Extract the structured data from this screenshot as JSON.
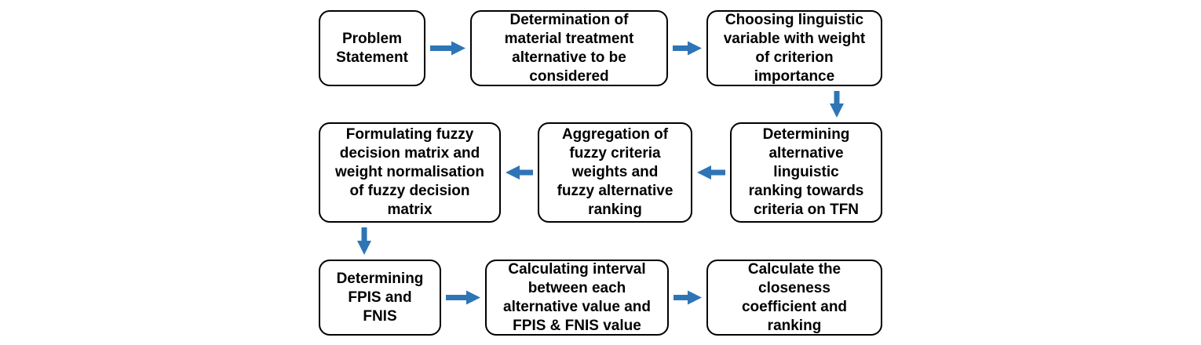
{
  "nodes": [
    {
      "id": "n1",
      "label": "Problem\nStatement"
    },
    {
      "id": "n2",
      "label": "Determination of\nmaterial treatment\nalternative to be\nconsidered"
    },
    {
      "id": "n3",
      "label": "Choosing linguistic\nvariable with weight\nof criterion\nimportance"
    },
    {
      "id": "n4",
      "label": "Determining\nalternative\nlinguistic\nranking towards\ncriteria on TFN"
    },
    {
      "id": "n5",
      "label": "Aggregation of\nfuzzy criteria\nweights and\nfuzzy alternative\nranking"
    },
    {
      "id": "n6",
      "label": "Formulating fuzzy\ndecision matrix and\nweight normalisation\nof fuzzy decision\nmatrix"
    },
    {
      "id": "n7",
      "label": "Determining\nFPIS and\nFNIS"
    },
    {
      "id": "n8",
      "label": "Calculating interval\nbetween each\nalternative value and\nFPIS & FNIS value"
    },
    {
      "id": "n9",
      "label": "Calculate the\ncloseness\ncoefficient and\nranking"
    }
  ],
  "edges": [
    {
      "from": "n1",
      "to": "n2"
    },
    {
      "from": "n2",
      "to": "n3"
    },
    {
      "from": "n3",
      "to": "n4"
    },
    {
      "from": "n4",
      "to": "n5"
    },
    {
      "from": "n5",
      "to": "n6"
    },
    {
      "from": "n6",
      "to": "n7"
    },
    {
      "from": "n7",
      "to": "n8"
    },
    {
      "from": "n8",
      "to": "n9"
    }
  ],
  "colors": {
    "arrow": "#2E75B6",
    "border": "#000000"
  }
}
